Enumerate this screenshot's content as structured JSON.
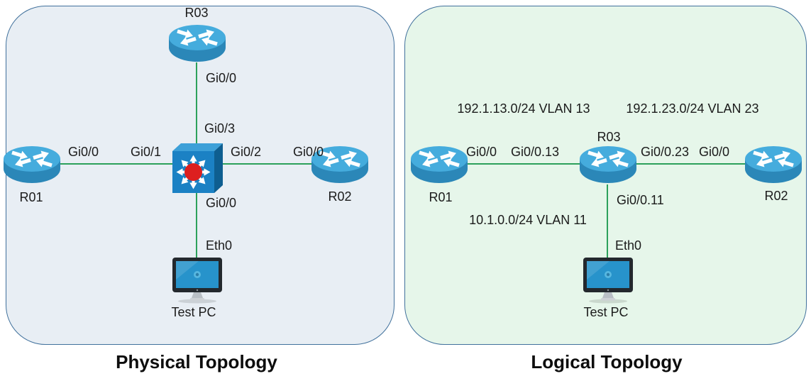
{
  "colors": {
    "link": "#2ca15b",
    "panel-border": "#41719c",
    "physical-bg": "#e8eef4",
    "logical-bg": "#e6f6ea",
    "text": "#1b1b1b"
  },
  "physical": {
    "title": "Physical Topology",
    "nodes": {
      "r03": "R03",
      "r01": "R01",
      "r02": "R02",
      "pc": "Test PC"
    },
    "ports": {
      "r03_down": "Gi0/0",
      "sw_up": "Gi0/3",
      "r01_right": "Gi0/0",
      "sw_left": "Gi0/1",
      "sw_right": "Gi0/2",
      "r02_left": "Gi0/0",
      "sw_down": "Gi0/0",
      "pc_up": "Eth0"
    }
  },
  "logical": {
    "title": "Logical Topology",
    "subnets": {
      "left": "192.1.13.0/24 VLAN 13",
      "right": "192.1.23.0/24 VLAN 23",
      "bottom": "10.1.0.0/24 VLAN 11"
    },
    "nodes": {
      "r01": "R01",
      "r03": "R03",
      "r02": "R02",
      "pc": "Test PC"
    },
    "ports": {
      "r01_right": "Gi0/0",
      "r03_left": "Gi0/0.13",
      "r03_right": "Gi0/0.23",
      "r02_left": "Gi0/0",
      "r03_down": "Gi0/0.11",
      "pc_up": "Eth0"
    }
  }
}
